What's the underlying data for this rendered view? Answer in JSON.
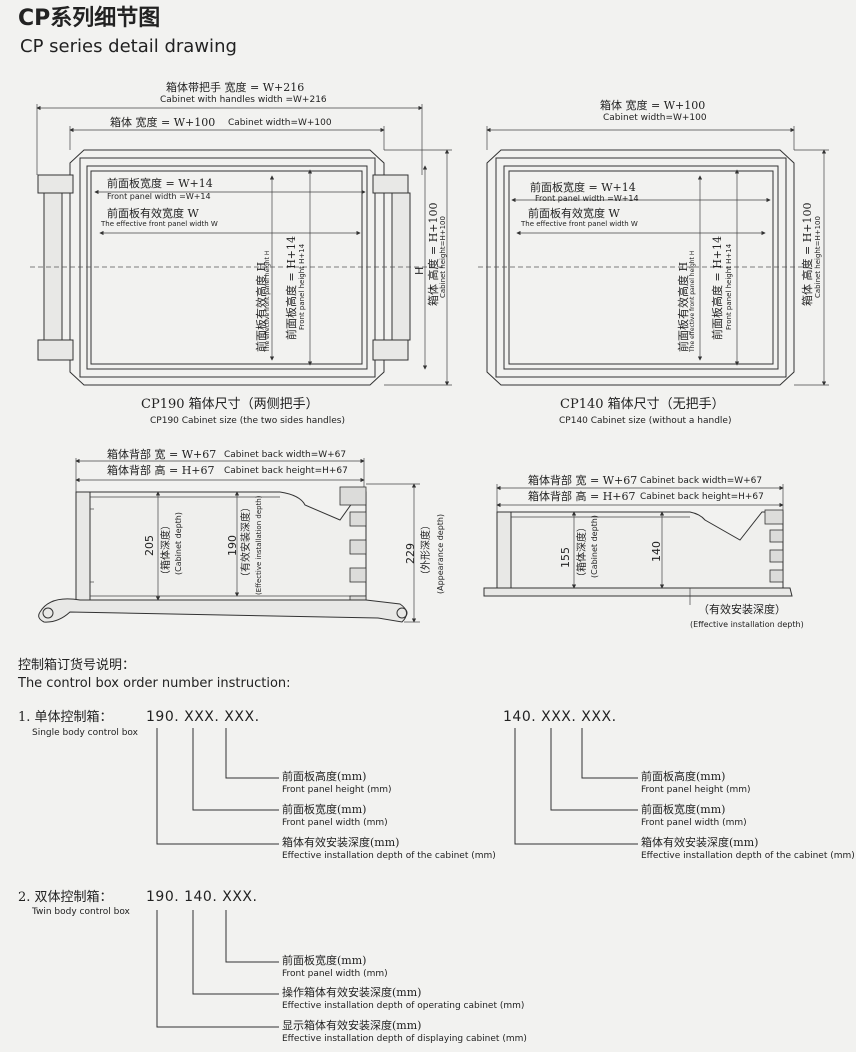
{
  "header": {
    "title_cn": "CP系列细节图",
    "title_en": "CP series detail drawing"
  },
  "cp190_front": {
    "handles_width_cn": "箱体带把手 宽度 = W+216",
    "handles_width_en": "Cabinet with handles width =W+216",
    "cabinet_width_cn": "箱体 宽度 = W+100",
    "cabinet_width_en": "Cabinet width=W+100",
    "panel_width_cn": "前面板宽度 = W+14",
    "panel_width_en": "Front panel width =W+14",
    "eff_width_cn": "前面板有效宽度 W",
    "eff_width_en": "The effective front panel width W",
    "eff_height_cn": "前面板有效高度 H",
    "eff_height_en": "The effective front panel height H",
    "panel_height_cn": "前面板高度 = H+14",
    "panel_height_en": "Front panel height H+14",
    "h_label": "H",
    "cabinet_height_cn": "箱体 高度 = H+100",
    "cabinet_height_en": "Cabinet height=H+100",
    "caption_cn": "CP190 箱体尺寸（两侧把手）",
    "caption_en": "CP190 Cabinet size (the two sides handles)"
  },
  "cp140_front": {
    "cabinet_width_cn": "箱体 宽度 = W+100",
    "cabinet_width_en": "Cabinet width=W+100",
    "panel_width_cn": "前面板宽度 = W+14",
    "panel_width_en": "Front panel width =W+14",
    "eff_width_cn": "前面板有效宽度 W",
    "eff_width_en": "The effective front panel width W",
    "eff_height_cn": "前面板有效高度 H",
    "eff_height_en": "The effective front panel height H",
    "panel_height_cn": "前面板高度 = H+14",
    "panel_height_en": "Front panel height H+14",
    "cabinet_height_cn": "箱体 高度 = H+100",
    "cabinet_height_en": "Cabinet height=H+100",
    "caption_cn": "CP140 箱体尺寸（无把手）",
    "caption_en": "CP140 Cabinet size (without a handle)"
  },
  "cp190_side": {
    "back_width_cn": "箱体背部 宽 = W+67",
    "back_width_en": "Cabinet back width=W+67",
    "back_height_cn": "箱体背部 高 = H+67",
    "back_height_en": "Cabinet back height=H+67",
    "depth_value": "205",
    "depth_cn": "（箱体深度）",
    "depth_en": "(Cabinet depth)",
    "eff_value": "190",
    "eff_cn": "（有效安装深度）",
    "eff_en": "(Effective installation depth)",
    "app_value": "229",
    "app_cn": "（外形深度）",
    "app_en": "(Appearance depth)"
  },
  "cp140_side": {
    "back_width_cn": "箱体背部 宽 = W+67",
    "back_width_en": "Cabinet back width=W+67",
    "back_height_cn": "箱体背部 高 = H+67",
    "back_height_en": "Cabinet back height=H+67",
    "depth_value": "155",
    "depth_cn": "（箱体深度）",
    "depth_en": "(Cabinet depth)",
    "eff_value": "140",
    "eff_cn": "（有效安装深度）",
    "eff_en": "(Effective installation depth)"
  },
  "order": {
    "heading_cn": "控制箱订货号说明：",
    "heading_en": "The control box order number instruction:",
    "single_cn": "1. 单体控制箱：",
    "single_en": "Single body control box",
    "single_code_1": "190. XXX. XXX.",
    "single_code_2": "140. XXX. XXX.",
    "single_items": [
      {
        "cn": "前面板高度(mm)",
        "en": "Front panel height (mm)"
      },
      {
        "cn": "前面板宽度(mm)",
        "en": "Front panel width (mm)"
      },
      {
        "cn": "箱体有效安装深度(mm)",
        "en": "Effective installation depth of the cabinet (mm)"
      }
    ],
    "twin_cn": "2. 双体控制箱：",
    "twin_en": "Twin body control box",
    "twin_code": "190. 140. XXX.",
    "twin_items": [
      {
        "cn": "前面板宽度(mm)",
        "en": "Front panel width (mm)"
      },
      {
        "cn": "操作箱体有效安装深度(mm)",
        "en": "Effective installation depth of operating cabinet (mm)"
      },
      {
        "cn": "显示箱体有效安装深度(mm)",
        "en": "Effective installation depth of displaying cabinet (mm)"
      }
    ]
  }
}
